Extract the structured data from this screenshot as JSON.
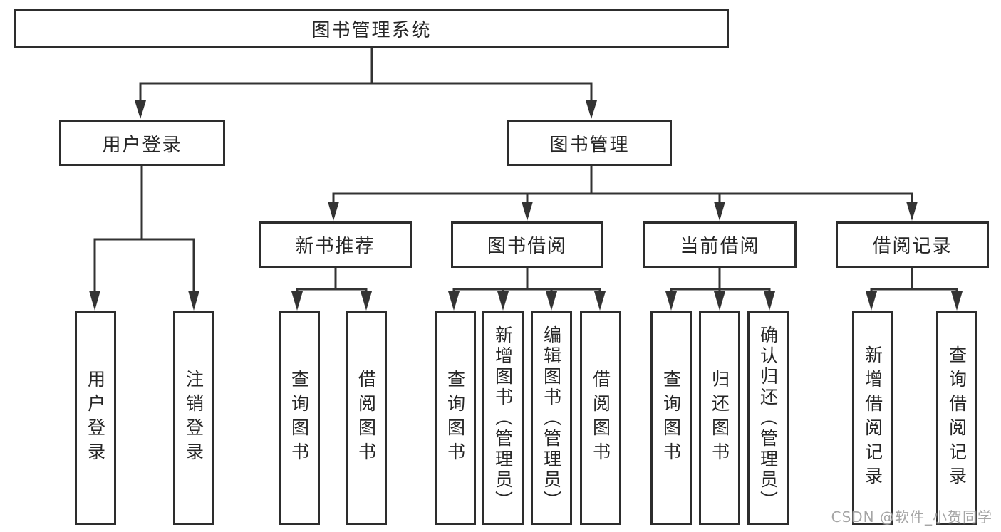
{
  "nodes": {
    "root": "图书管理系统",
    "user_login": "用户登录",
    "book_mgmt": "图书管理",
    "new_book_rec": "新书推荐",
    "book_borrow": "图书借阅",
    "current_borrow": "当前借阅",
    "borrow_record": "借阅记录",
    "leaf_user_login": "用户登录",
    "leaf_logout": "注销登录",
    "leaf_rec_query": "查询图书",
    "leaf_rec_borrow": "借阅图书",
    "leaf_bb_query": "查询图书",
    "leaf_bb_add": "新增图书（管理员）",
    "leaf_bb_edit": "编辑图书（管理员）",
    "leaf_bb_borrow": "借阅图书",
    "leaf_cb_query": "查询图书",
    "leaf_cb_return": "归还图书",
    "leaf_cb_confirm": "确认归还（管理员）",
    "leaf_br_add": "新增借阅记录",
    "leaf_br_query": "查询借阅记录"
  },
  "structure": {
    "图书管理系统": {
      "用户登录": [
        "用户登录",
        "注销登录"
      ],
      "图书管理": {
        "新书推荐": [
          "查询图书",
          "借阅图书"
        ],
        "图书借阅": [
          "查询图书",
          "新增图书（管理员）",
          "编辑图书（管理员）",
          "借阅图书"
        ],
        "当前借阅": [
          "查询图书",
          "归还图书",
          "确认归还（管理员）"
        ],
        "借阅记录": [
          "新增借阅记录",
          "查询借阅记录"
        ]
      }
    }
  },
  "watermark": {
    "text": "CSDN @软件_小贺同学"
  },
  "colors": {
    "background": "#ffffff",
    "line": "#333333",
    "box_border": "#2d2d2d",
    "text": "#262626",
    "watermark": "#a5a5a5"
  }
}
